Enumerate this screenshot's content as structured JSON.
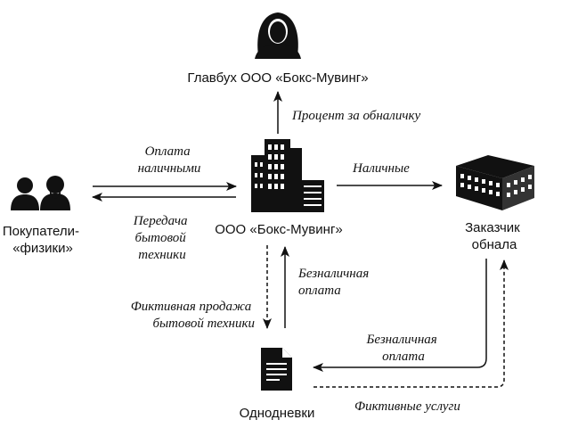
{
  "colors": {
    "ink": "#111111",
    "background": "#ffffff"
  },
  "nodes": {
    "chief_accountant": {
      "label": "Главбух ООО «Бокс-Мувинг»",
      "icon": "woman-icon"
    },
    "company": {
      "label": "ООО «Бокс-Мувинг»",
      "icon": "office-building-icon"
    },
    "buyers": {
      "label_line1": "Покупатели-",
      "label_line2": "«физики»",
      "icon": "two-people-icon"
    },
    "customer": {
      "label_line1": "Заказчик",
      "label_line2": "обнала",
      "icon": "building-3d-icon"
    },
    "shells": {
      "label": "Однодневки",
      "icon": "document-icon"
    }
  },
  "edges": {
    "percent": {
      "label": "Процент за обналичку"
    },
    "cash_payment": {
      "label_line1": "Оплата",
      "label_line2": "наличными"
    },
    "appliances": {
      "label_line1": "Передача",
      "label_line2": "бытовой",
      "label_line3": "техники"
    },
    "cash": {
      "label": "Наличные"
    },
    "noncash_to_company": {
      "label_line1": "Безналичная",
      "label_line2": "оплата"
    },
    "fictitious_sale": {
      "label_line1": "Фиктивная продажа",
      "label_line2": "бытовой техники"
    },
    "noncash_to_shells": {
      "label_line1": "Безналичная",
      "label_line2": "оплата"
    },
    "fictitious_services": {
      "label": "Фиктивные услуги"
    }
  }
}
